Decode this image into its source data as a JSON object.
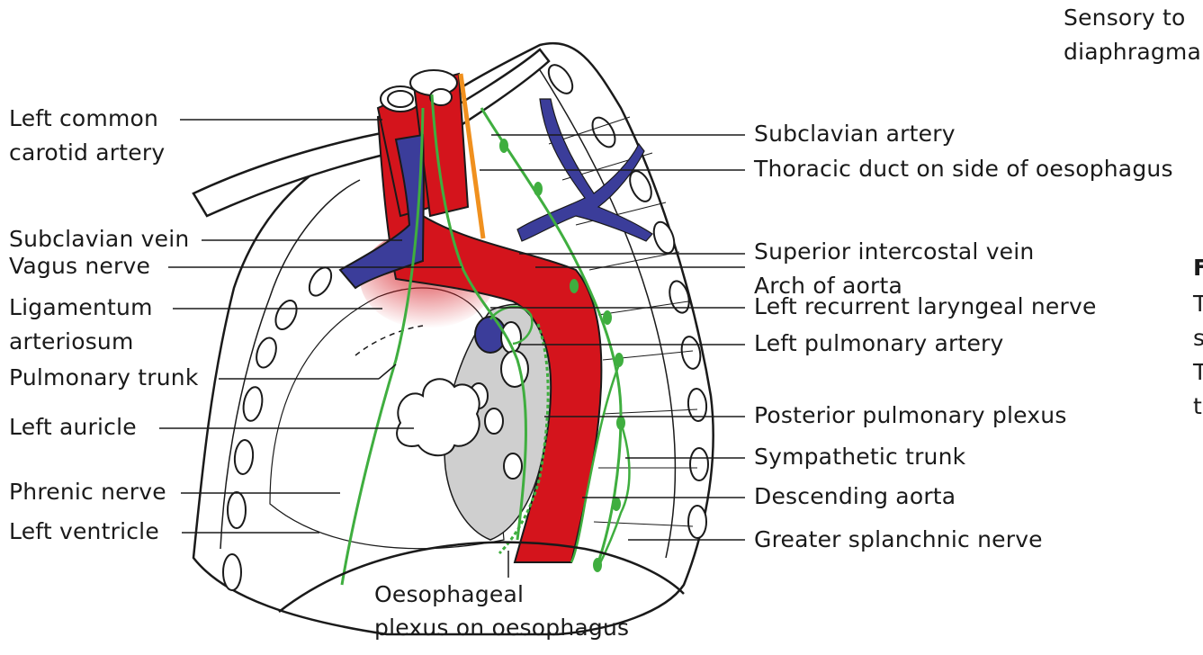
{
  "labels_left": [
    {
      "id": "left-common-carotid-artery",
      "text": "Left common"
    },
    {
      "id": "left-common-carotid-artery-2",
      "text": "carotid artery"
    },
    {
      "id": "subclavian-vein",
      "text": "Subclavian vein"
    },
    {
      "id": "vagus-nerve",
      "text": "Vagus nerve"
    },
    {
      "id": "ligamentum-arteriosum",
      "text": "Ligamentum"
    },
    {
      "id": "ligamentum-arteriosum-2",
      "text": "arteriosum"
    },
    {
      "id": "pulmonary-trunk",
      "text": "Pulmonary trunk"
    },
    {
      "id": "left-auricle",
      "text": "Left auricle"
    },
    {
      "id": "phrenic-nerve",
      "text": "Phrenic nerve"
    },
    {
      "id": "left-ventricle",
      "text": "Left ventricle"
    }
  ],
  "labels_right": [
    {
      "id": "subclavian-artery",
      "text": "Subclavian artery"
    },
    {
      "id": "thoracic-duct",
      "text": "Thoracic duct on side of oesophagus"
    },
    {
      "id": "superior-intercostal-vein",
      "text": "Superior intercostal vein"
    },
    {
      "id": "arch-of-aorta",
      "text": "Arch of aorta"
    },
    {
      "id": "left-recurrent-laryngeal-nerve",
      "text": "Left recurrent laryngeal nerve"
    },
    {
      "id": "left-pulmonary-artery",
      "text": "Left pulmonary artery"
    },
    {
      "id": "posterior-pulmonary-plexus",
      "text": "Posterior pulmonary plexus"
    },
    {
      "id": "sympathetic-trunk",
      "text": "Sympathetic trunk"
    },
    {
      "id": "descending-aorta",
      "text": "Descending aorta"
    },
    {
      "id": "greater-splanchnic-nerve",
      "text": "Greater splanchnic nerve"
    }
  ],
  "labels_bottom": [
    {
      "id": "oesophageal-plexus",
      "text": "Oesophageal"
    },
    {
      "id": "oesophageal-plexus-2",
      "text": "plexus on oesophagus"
    }
  ],
  "top_right_text": [
    {
      "id": "sensory-to",
      "text": "Sensory to"
    },
    {
      "id": "diaphragmatic",
      "text": "diaphragma"
    }
  ],
  "clipped_right_text": [
    {
      "id": "clip-f",
      "text": "F"
    },
    {
      "id": "clip-t1",
      "text": "T"
    },
    {
      "id": "clip-s",
      "text": "s"
    },
    {
      "id": "clip-t2",
      "text": "T"
    },
    {
      "id": "clip-t3",
      "text": "t"
    }
  ],
  "colors": {
    "artery": "#d4141c",
    "vein": "#3b3d9a",
    "nerve": "#3fae3f",
    "duct": "#f0901e",
    "pulmonary_area": "#cfcfcf",
    "outline": "#1a1a1a"
  }
}
